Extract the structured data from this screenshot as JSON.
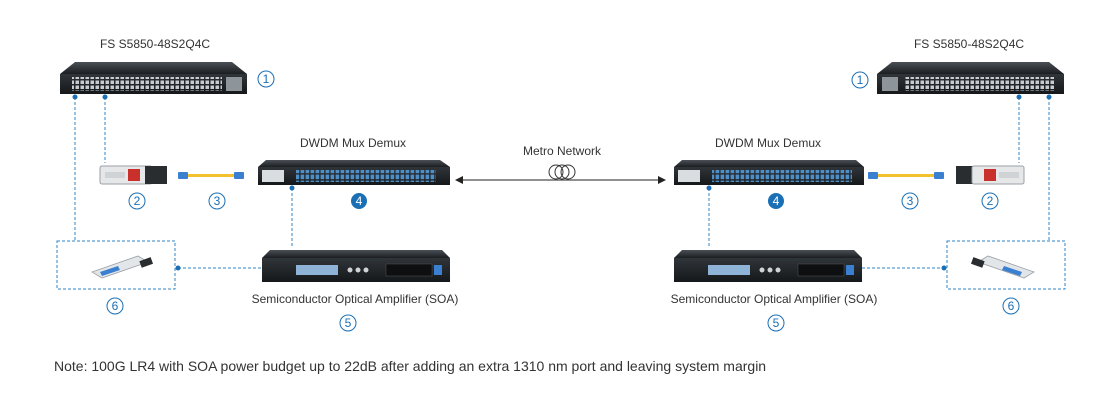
{
  "diagram": {
    "left": {
      "switch_label": "FS S5850-48S2Q4C",
      "mux_label": "DWDM Mux Demux",
      "soa_label": "Semiconductor Optical Amplifier  (SOA)",
      "badges": {
        "switch": "1",
        "sfp": "2",
        "patch": "3",
        "mux": "4",
        "soa": "5",
        "qsfp": "6"
      }
    },
    "right": {
      "switch_label": "FS S5850-48S2Q4C",
      "mux_label": "DWDM Mux Demux",
      "soa_label": "Semiconductor Optical Amplifier  (SOA)",
      "badges": {
        "switch": "1",
        "sfp": "2",
        "patch": "3",
        "mux": "4",
        "soa": "5",
        "qsfp": "6"
      }
    },
    "metro_label": "Metro Network"
  },
  "note": "Note: 100G LR4 with SOA power budget up to 22dB after adding an extra  1310 nm port and leaving system margin",
  "colors": {
    "accent": "#1a6fb5",
    "line": "#2f86c9",
    "device_dark": "#1f2326",
    "text": "#333333"
  }
}
